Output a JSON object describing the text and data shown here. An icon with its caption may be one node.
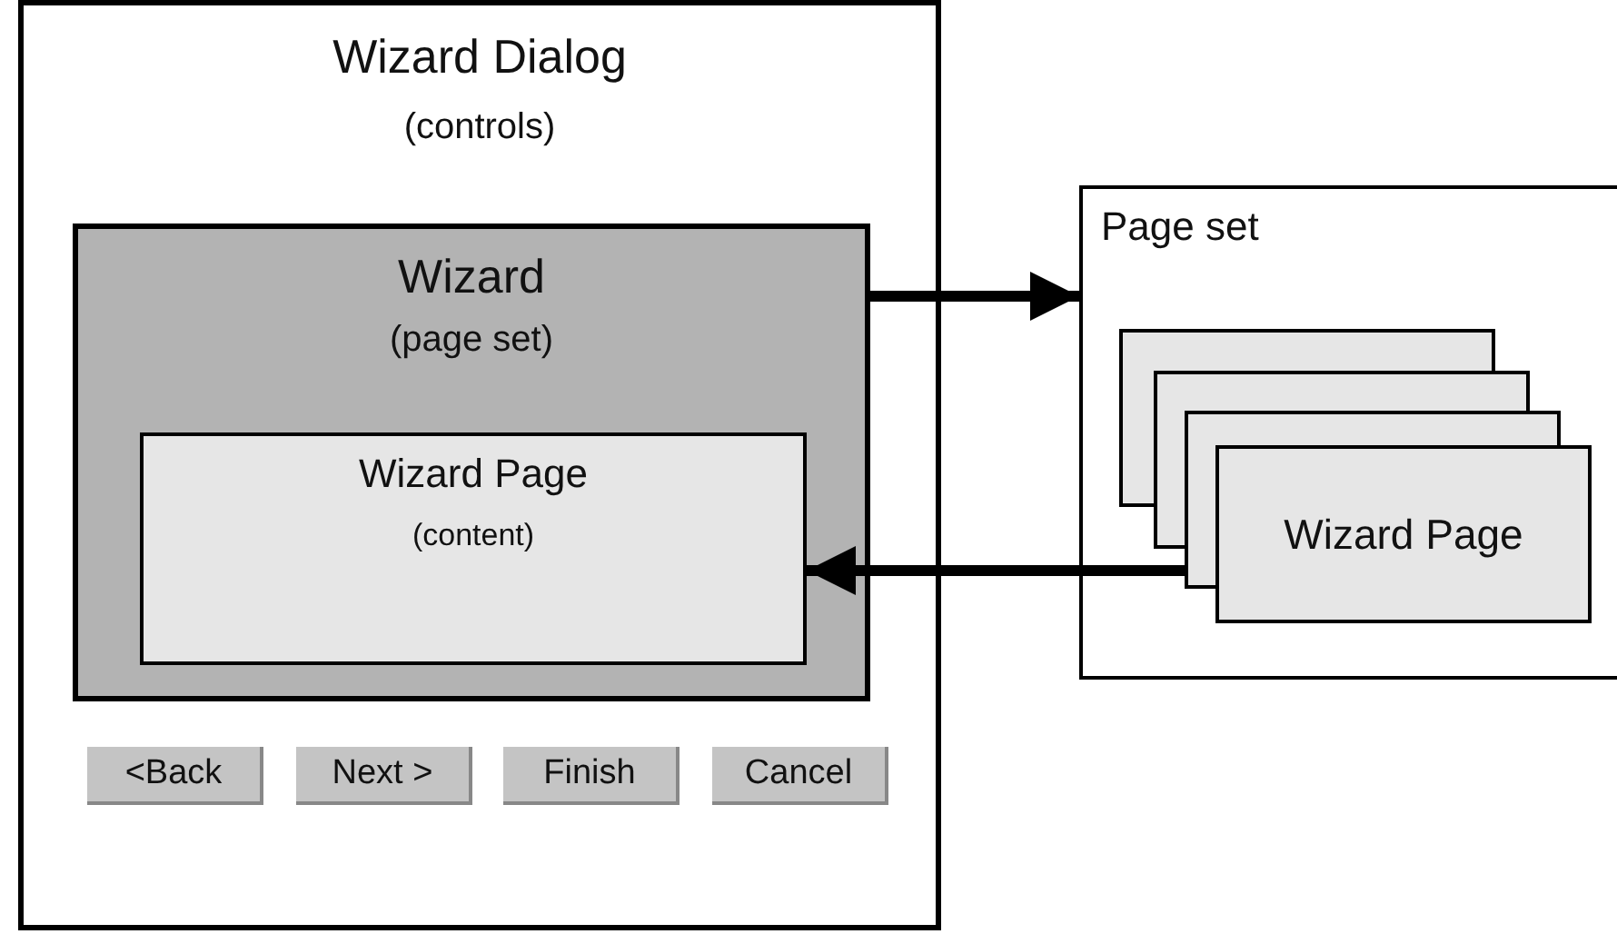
{
  "diagram": {
    "nodes": [
      {
        "text": [
          "Wizard Dialog",
          "(controls)"
        ]
      },
      {
        "text": [
          "Wizard",
          "(page set)"
        ],
        "in": 0
      },
      {
        "text": [
          "Wizard Page",
          "(content)"
        ],
        "in": 1
      },
      {
        "text": [
          "Page set"
        ]
      },
      {
        "text": [],
        "shape": "box",
        "in": 3
      },
      {
        "text": [],
        "shape": "box",
        "in": 3
      },
      {
        "text": [],
        "shape": "box",
        "in": 3
      },
      {
        "text": [
          "Wizard Page"
        ],
        "in": 3
      },
      {
        "text": [
          "<Back"
        ],
        "in": 0
      },
      {
        "text": [
          "Next >"
        ],
        "in": 0
      },
      {
        "text": [
          "Finish"
        ],
        "in": 0
      },
      {
        "text": [
          "Cancel"
        ],
        "in": 0
      }
    ],
    "edges": [
      {
        "from": 1,
        "to": 3,
        "arrow": "to"
      },
      {
        "from": 6,
        "to": 2,
        "arrow": "to"
      }
    ]
  }
}
